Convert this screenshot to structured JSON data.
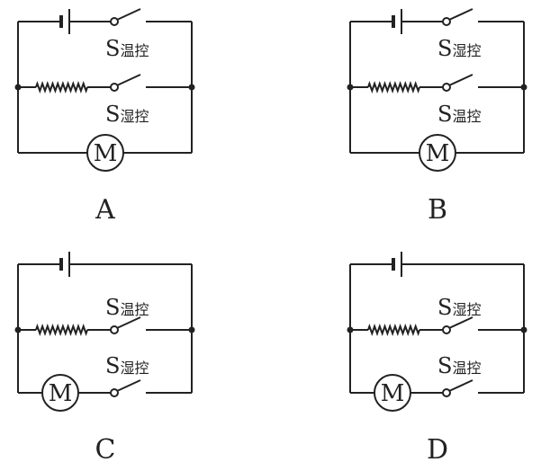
{
  "options": [
    {
      "letter": "A",
      "layout": "series-top",
      "top_switch": {
        "s": "S",
        "sub": "温控"
      },
      "mid_switch": {
        "s": "S",
        "sub": "湿控"
      },
      "motor": "M"
    },
    {
      "letter": "B",
      "layout": "series-top",
      "top_switch": {
        "s": "S",
        "sub": "湿控"
      },
      "mid_switch": {
        "s": "S",
        "sub": "温控"
      },
      "motor": "M"
    },
    {
      "letter": "C",
      "layout": "parallel",
      "top_switch": {
        "s": "S",
        "sub": "温控"
      },
      "mid_switch": {
        "s": "S",
        "sub": "湿控"
      },
      "motor": "M"
    },
    {
      "letter": "D",
      "layout": "parallel",
      "top_switch": {
        "s": "S",
        "sub": "湿控"
      },
      "mid_switch": {
        "s": "S",
        "sub": "温控"
      },
      "motor": "M"
    }
  ]
}
